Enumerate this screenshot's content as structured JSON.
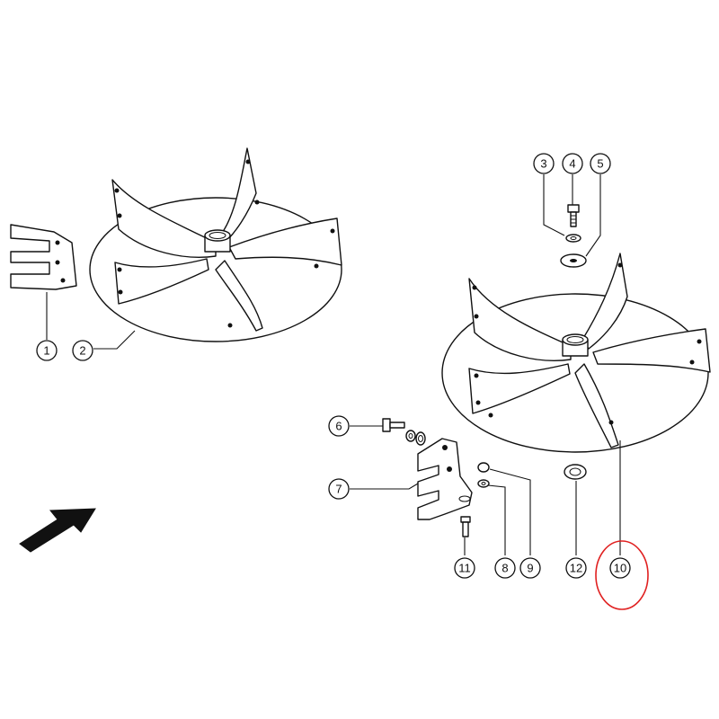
{
  "callouts": [
    {
      "id": "c1",
      "label": "1"
    },
    {
      "id": "c2",
      "label": "2"
    },
    {
      "id": "c3",
      "label": "3"
    },
    {
      "id": "c4",
      "label": "4"
    },
    {
      "id": "c5",
      "label": "5"
    },
    {
      "id": "c6",
      "label": "6"
    },
    {
      "id": "c7",
      "label": "7"
    },
    {
      "id": "c8",
      "label": "8"
    },
    {
      "id": "c9",
      "label": "9"
    },
    {
      "id": "c10",
      "label": "10"
    },
    {
      "id": "c11",
      "label": "11"
    },
    {
      "id": "c12",
      "label": "12"
    }
  ],
  "highlight": {
    "target": "10",
    "color": "#e02020"
  },
  "colors": {
    "line": "#111111",
    "background": "#ffffff"
  },
  "icons": {
    "direction_arrow": "arrow-up-right-icon"
  }
}
